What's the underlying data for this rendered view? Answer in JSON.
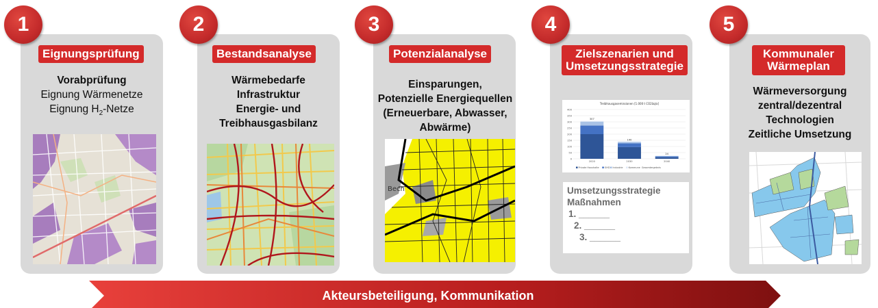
{
  "steps": [
    {
      "num": "1",
      "label": "Eignungsprüfung",
      "bold": [
        "Vorabprüfung"
      ],
      "normal": [
        "Eignung Wärmenetze"
      ],
      "h2_pre": "Eignung H",
      "h2_sub": "2",
      "h2_post": "-Netze"
    },
    {
      "num": "2",
      "label": "Bestandsanalyse",
      "bold": [
        "Wärmebedarfe",
        "Infrastruktur",
        "Energie- und",
        "Treibhausgasbilanz"
      ]
    },
    {
      "num": "3",
      "label": "Potenzialanalyse",
      "bold": [
        "Einsparungen,",
        "Potenzielle Energiequellen",
        "(Erneuerbare, Abwasser,",
        "Abwärme)"
      ]
    },
    {
      "num": "4",
      "label_lines": [
        "Zielszenarien und",
        "Umsetzungsstrategie"
      ]
    },
    {
      "num": "5",
      "label_lines": [
        "Kommunaler",
        "Wärmeplan"
      ],
      "bold": [
        "Wärmeversorgung",
        "zentral/dezentral",
        "Technologien",
        "Zeitliche Umsetzung"
      ]
    }
  ],
  "map3_text": "Bech",
  "strategy": {
    "title": "Umsetzungsstrategie",
    "subtitle": "Maßnahmen",
    "items": [
      "1. ______",
      "2. ______",
      "3. ______"
    ]
  },
  "chart_data": {
    "type": "bar",
    "title": "Treibhausgasemissionen [1.000 t CO2äq/a]",
    "categories": [
      "2020",
      "2030",
      "2040"
    ],
    "series": [
      {
        "name": "Private Haushalte",
        "values": [
          200,
          95,
          12
        ]
      },
      {
        "name": "GHD",
        "values": [
          70,
          30,
          8
        ]
      },
      {
        "name": "Industrie",
        "values": [
          30,
          12,
          3
        ]
      },
      {
        "name": "Kommune",
        "values": [
          7,
          3,
          1
        ]
      }
    ],
    "legend_extra": "Gesamtergebnis",
    "totals": [
      "307",
      "140",
      "24"
    ],
    "yticks": [
      "0",
      "50",
      "100",
      "150",
      "200",
      "250",
      "300",
      "350",
      "400"
    ],
    "ylim": [
      0,
      400
    ],
    "colors": [
      "#2e5597",
      "#4472c4",
      "#a9c2e6",
      "#dbe5f4"
    ]
  },
  "arrow_text": "Akteursbeteiligung, Kommunikation",
  "colors": {
    "accent": "#d42a2a",
    "card": "#d9d9d9",
    "arrow_dark": "#8b1515"
  }
}
